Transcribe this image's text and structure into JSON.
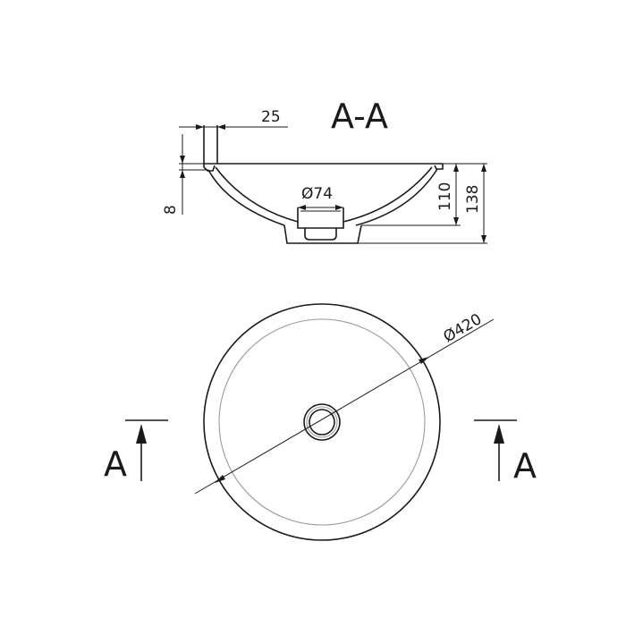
{
  "section_title": "A-A",
  "section_marker_left": "A",
  "section_marker_right": "A",
  "dimensions": {
    "rim_width": "25",
    "rim_thickness": "8",
    "drain_diameter": "Ø74",
    "bowl_depth": "110",
    "total_height": "138",
    "outer_diameter": "Ø420"
  }
}
